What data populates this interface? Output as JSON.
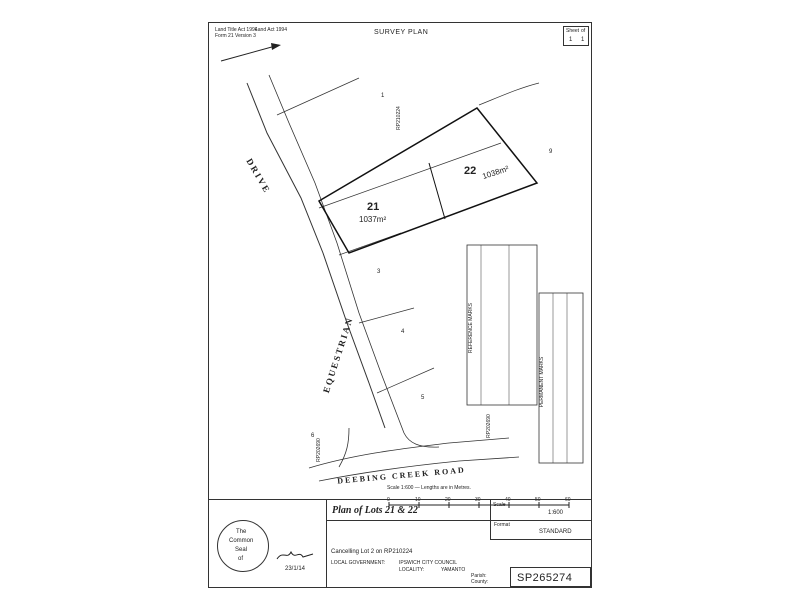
{
  "header": {
    "survey_plan": "SURVEY PLAN",
    "land_title_act": "Land Title Act 1994",
    "land_act": "Land Act 1994",
    "form": "Form 21 Version 3",
    "sheet_label": "Sheet",
    "of_label": "of",
    "sheet_no": "1",
    "sheet_total": "1"
  },
  "lots": {
    "lot21": {
      "number": "21",
      "area": "1037m²"
    },
    "lot22": {
      "number": "22",
      "area": "1038m²"
    }
  },
  "roads": {
    "drive": "DRIVE",
    "equestrian": "EQUESTRIAN",
    "deebing_creek_road": "DEEBING CREEK ROAD"
  },
  "neighbour_lots": [
    "1",
    "3",
    "4",
    "5",
    "6",
    "9"
  ],
  "neighbour_plans": [
    "RP210224",
    "RP202690",
    "RP202690"
  ],
  "tables": {
    "reference_marks_title": "REFERENCE MARKS",
    "permanent_marks_title": "PERMANENT MARKS"
  },
  "scale": {
    "text": "Scale 1:600 — Lengths are in Metres.",
    "ticks": [
      "0",
      "10",
      "20",
      "30",
      "40",
      "50",
      "60"
    ]
  },
  "title_block": {
    "plan_title": "Plan of Lots 21 & 22",
    "scale_label": "Scale",
    "scale_value": "1:600",
    "format_label": "Format",
    "format_value": "STANDARD",
    "cancelling": "Cancelling Lot 2 on RP210224",
    "local_government_label": "LOCAL GOVERNMENT:",
    "local_government": "IPSWICH CITY COUNCIL",
    "locality_label": "LOCALITY:",
    "locality": "YAMANTO",
    "parish_label": "Parish:",
    "county_label": "County:",
    "plan_number": "SP265274",
    "surveyor_date": "23/1/14"
  },
  "seal": {
    "line1": "The",
    "line2": "Common",
    "line3": "Seal",
    "line4": "of"
  },
  "colors": {
    "ink": "#222222",
    "paper": "#ffffff"
  }
}
